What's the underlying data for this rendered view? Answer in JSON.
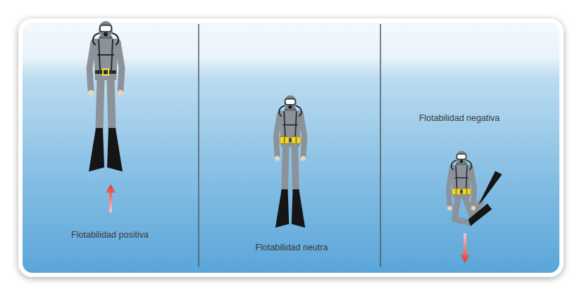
{
  "diagram": {
    "labels": [
      "Flotabilidad positiva",
      "Flotabilidad neutra",
      "Flotabilidad negativa"
    ]
  }
}
